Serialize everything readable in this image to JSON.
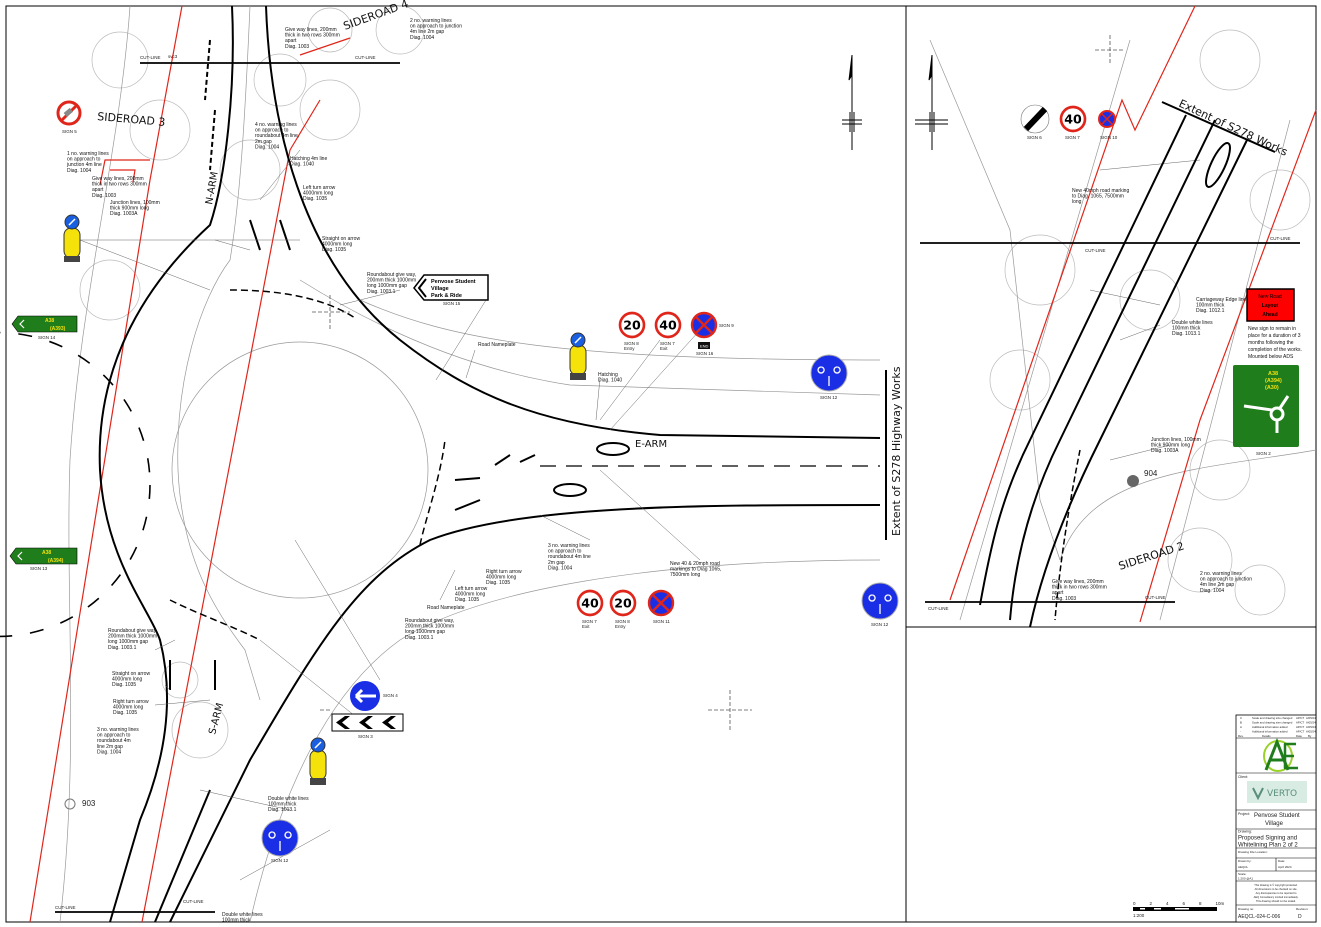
{
  "road_names": {
    "sideroad3": "SIDEROAD 3",
    "sideroad4": "SIDEROAD 4",
    "sideroad2": "SIDEROAD 2",
    "n_arm": "N-ARM",
    "s_arm": "S-ARM",
    "e_arm": "E-ARM",
    "extent_left": "Extent of S278 Highway Works",
    "extent_right": "Extent of S278 Works",
    "cut_line": "CUT-LINE",
    "spot_903": "903",
    "spot_904": "904",
    "svc": "svc3",
    "fh": "fh"
  },
  "signs": {
    "sign5": "SIGN 5",
    "sign14": "SIGN 14",
    "sign14_text": [
      "A38",
      "(A393)"
    ],
    "sign13": "SIGN 13",
    "sign13_text": [
      "A38",
      "(A394)"
    ],
    "sign15": "SIGN 15",
    "sign15_text": [
      "Penvose Student",
      "Village",
      "Park & Ride"
    ],
    "sign8_top": "SIGN 8",
    "sign8_top_sub": "Entry",
    "sign7_top": "SIGN 7",
    "sign7_top_sub": "Exit",
    "sign9": "SIGN 9",
    "sign16": "SIGN 16",
    "sign16_plate": "END",
    "sign12_a": "SIGN 12",
    "sign12_b": "SIGN 12",
    "sign12_c": "SIGN 12",
    "sign7_bot": "SIGN 7",
    "sign7_bot_sub": "Exit",
    "sign8_bot": "SIGN 8",
    "sign8_bot_sub": "Entry",
    "sign11": "SIGN 11",
    "sign4": "SIGN 4",
    "sign3": "SIGN 3",
    "sign6": "SIGN 6",
    "sign7_r": "SIGN 7",
    "sign10": "SIGN 10",
    "sign2": "SIGN 2",
    "sign2_text": [
      "A38",
      "(A394)",
      "(A30)"
    ],
    "red_sign_text": [
      "New Road",
      "Layout",
      "Ahead"
    ],
    "red_sign_note": [
      "New sign to remain in",
      "place for a duration of 3",
      "months following the",
      "completion of the works.",
      "Mounted below ADS"
    ],
    "limit_20": "20",
    "limit_40": "40"
  },
  "annotations": [
    [
      "1 no. warning lines",
      "on approach to",
      "junction 4m line",
      "Diag. 1004"
    ],
    [
      "Give way lines, 200mm",
      "thick in two rows 300mm",
      "apart",
      "Diag. 1003"
    ],
    [
      "Junction lines, 100mm",
      "thick 900mm long",
      "Diag. 1003A"
    ],
    [
      "Give way lines, 200mm",
      "thick in two rows 300mm",
      "apart",
      "Diag. 1003"
    ],
    [
      "2 no. warning lines",
      "on approach to junction",
      "4m line 2m gap",
      "Diag. 1004"
    ],
    [
      "4 no. warning lines",
      "on approach to",
      "roundabout 4m line,",
      "2m gap",
      "Diag. 1004"
    ],
    [
      "Hatching 4m line",
      "Diag. 1040"
    ],
    [
      "Left turn arrow",
      "4000mm long",
      "Diag. 1035"
    ],
    [
      "Straight on arrow",
      "4000mm long",
      "Diag. 1035"
    ],
    [
      "Roundabout give way,",
      "200mm thick 1000mm",
      "long 1000mm gap",
      "Diag. 1003.1"
    ],
    [
      "Road Nameplate"
    ],
    [
      "Hatching",
      "Diag. 1040"
    ],
    [
      "3 no. warning lines",
      "on approach to",
      "roundabout 4m line",
      "2m gap",
      "Diag. 1004"
    ],
    [
      "New 40 & 20mph road",
      "markings to Diag 1065,",
      "7500mm long"
    ],
    [
      "Right turn arrow",
      "4000mm long",
      "Diag. 1035"
    ],
    [
      "Left turn arrow",
      "4000mm long",
      "Diag. 1035"
    ],
    [
      "Road Nameplate"
    ],
    [
      "Roundabout give way,",
      "200mm thick 1000mm",
      "long 1000mm gap",
      "Diag. 1003.1"
    ],
    [
      "Roundabout give way,",
      "200mm thick 1000mm",
      "long 1000mm gap",
      "Diag. 1003.1"
    ],
    [
      "Straight on arrow",
      "4000mm long",
      "Diag. 1035"
    ],
    [
      "Right turn arrow",
      "4000mm long",
      "Diag. 1035"
    ],
    [
      "3 no. warning lines",
      "on approach to",
      "roundabout 4m",
      "line 2m gap",
      "Diag. 1004"
    ],
    [
      "Double white lines",
      "100mm thick",
      "Diag. 1013.1"
    ],
    [
      "Double white lines",
      "100mm thick"
    ],
    [
      "New 40mph road marking",
      "to Diag. 1065, 7500mm",
      "long"
    ],
    [
      "Carriageway Edge line",
      "100mm thick",
      "Diag. 1012.1"
    ],
    [
      "Double white lines",
      "100mm thick",
      "Diag. 1013.1"
    ],
    [
      "Junction lines, 100mm",
      "thick 900mm long",
      "Diag. 1003A"
    ],
    [
      "Give way lines, 200mm",
      "thick in two rows 300mm",
      "apart",
      "Diag. 1003"
    ],
    [
      "2 no. warning lines",
      "on approach to junction",
      "4m line 2m gap",
      "Diag. 1004"
    ]
  ],
  "title_block": {
    "revisions": [
      [
        "C",
        "Scale and drawing size changed",
        "AP/CT",
        "A/05/24"
      ],
      [
        "B",
        "Scale and drawing size changed",
        "AP/CT",
        "A/05/24"
      ],
      [
        "A",
        "Additional information added",
        "AP/CT",
        "A/05/24"
      ],
      [
        "-",
        "Additional information added",
        "AP/CT",
        "A/05/24"
      ]
    ],
    "rev_headers": [
      "Rev.",
      "Details",
      "Date",
      "By"
    ],
    "client_label": "Client:",
    "client": "VERTO",
    "project_label": "Project:",
    "project": [
      "Penvose Student",
      "Village"
    ],
    "drawing_label": "Drawing:",
    "drawing": [
      "Proposed Signing and",
      "Whitelining Plan 2 of 2"
    ],
    "file_location_label": "Drawing File Location:",
    "drawn_by_label": "Drawn by:",
    "drawn_by": "AEQCL",
    "date_label": "Date:",
    "date": "April 2024",
    "scale_label": "Scale:",
    "scale": "1:200 @A1",
    "copyright": [
      "This drawing is © copyright protected.",
      "All dimensions to be checked on site.",
      "Any discrepancies to be reported to",
      "AEQ Consultancy Limited immediately.",
      "This drawing should not be scaled."
    ],
    "drawing_no_label": "Drawing no:",
    "drawing_no": "AEQCL-024-C-006",
    "revision_label": "Revision:",
    "revision": "D"
  },
  "scale_bar": {
    "ticks": [
      "0",
      "2",
      "4",
      "6",
      "8",
      "10m"
    ],
    "ratio": "1:200"
  },
  "colors": {
    "sign_red": "#e0261b",
    "sign_blue": "#1a2ee6",
    "sign_green": "#1f7d1c",
    "sign_yellow": "#f4e20a",
    "boundary_red": "#e0261b"
  }
}
